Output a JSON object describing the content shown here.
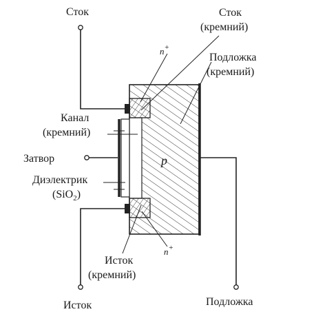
{
  "labels": {
    "drain_terminal": "Сток",
    "drain_region_line1": "Сток",
    "drain_region_line2": "(кремний)",
    "substrate_region_line1": "Подложка",
    "substrate_region_line2": "(кремний)",
    "channel_line1": "Канал",
    "channel_line2": "(кремний)",
    "gate": "Затвор",
    "dielectric_line1": "Диэлектрик",
    "dielectric_line2_main": "(SiO",
    "dielectric_line2_sub": "2",
    "dielectric_line2_end": ")",
    "source_region_line1": "Исток",
    "source_region_line2": "(кремний)",
    "source_terminal": "Исток",
    "substrate_terminal": "Подложка",
    "n_plus_top_main": "n",
    "n_plus_top_sup": "+",
    "n_plus_bottom_main": "n",
    "n_plus_bottom_sup": "+",
    "p_region": "p"
  },
  "colors": {
    "ink": "#222222",
    "background": "#ffffff"
  }
}
